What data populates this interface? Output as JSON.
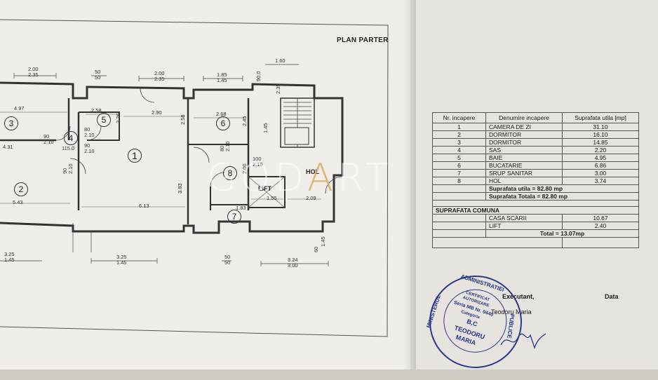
{
  "plan": {
    "title": "PLAN PARTER",
    "dims": {
      "d1": "2.00",
      "d2": "2.35",
      "d3": "50",
      "d4": "50",
      "d5": "2.00",
      "d6": "2.35",
      "d7": "1.85",
      "d8": "1.45",
      "d9": "1.60",
      "d10": "90.0",
      "d11": "2.35",
      "d12": "4.97",
      "d13": "2.58",
      "d14": "2.90",
      "d15": "2.68",
      "d16": "2.58",
      "d17": "2.45",
      "d18": "4.31",
      "d19": "80",
      "d20": "2.10",
      "d21": "90",
      "d22": "2.10",
      "d23": "115.0",
      "d24": "90",
      "d25": "2.10",
      "d26": "90",
      "d27": "2.10",
      "d28": "100",
      "d29": "2.10",
      "d30": "5.43",
      "d31": "6.13",
      "d32": "3.83",
      "d33": "1.55",
      "d34": "2.09",
      "d35": "1.83",
      "d36": "3.25",
      "d37": "1.45",
      "d38": "3.25",
      "d39": "1.45",
      "d40": "50",
      "d41": "50",
      "d42": "3.24",
      "d43": "3.00",
      "d44": "60",
      "d45": "1.45",
      "d46": "80",
      "d47": "2.10",
      "d48": "2.26",
      "d49": "1.45",
      "d50": "2.00"
    },
    "rooms": {
      "r1": "1",
      "r2": "2",
      "r3": "3",
      "r4": "4",
      "r5": "5",
      "r6": "6",
      "r7": "7",
      "r8": "8"
    },
    "labels": {
      "hol": "HOL",
      "lift": "LIFT"
    }
  },
  "watermark": {
    "left": "GOD",
    "accent": "A",
    "right": "RT"
  },
  "table": {
    "headers": {
      "nr": "Nr. incapere",
      "name": "Denumire incapere",
      "area": "Suprafata utila [mp]"
    },
    "rows": [
      {
        "nr": "1",
        "name": "CAMERA DE ZI",
        "area": "31.10"
      },
      {
        "nr": "2",
        "name": "DORMITOR",
        "area": "16.10"
      },
      {
        "nr": "3",
        "name": "DORMITOR",
        "area": "14.85"
      },
      {
        "nr": "4",
        "name": "SAS",
        "area": "2.20"
      },
      {
        "nr": "5",
        "name": "BAIE",
        "area": "4.95"
      },
      {
        "nr": "6",
        "name": "BUCATARIE",
        "area": "6.86"
      },
      {
        "nr": "7",
        "name": "SRUP SANITAR",
        "area": "3.00"
      },
      {
        "nr": "8",
        "name": "HOL",
        "area": "3.74"
      }
    ],
    "useful": "Suprafata utila = 82.80 mp",
    "total": "Suprafata Totala = 82.80 mp",
    "common_title": "SUPRAFATA COMUNA",
    "common_rows": [
      {
        "name": "CASA SCARII",
        "area": "10.67"
      },
      {
        "name": "LIFT",
        "area": "2.40"
      }
    ],
    "common_total": "Total = 13.07mp",
    "exec_label": "Executant,",
    "data_label": "Data",
    "exec_name": "Teodoru Maria"
  },
  "stamp": {
    "outer_top": "ADMINISTRATIEI",
    "outer_left": "MINISTERUL",
    "outer_right": "PUBLICE",
    "center1": "CERTIFICAT",
    "center2": "AUTORIZARE",
    "center3": "Seria MB Nr. 0440",
    "center4": "Categoria",
    "center5": "B,C",
    "name1": "TEODORU",
    "name2": "MARIA"
  },
  "colors": {
    "paper": "#f1eeea",
    "ink": "#222222",
    "stamp": "#223388",
    "accent": "#d6aa5a"
  }
}
